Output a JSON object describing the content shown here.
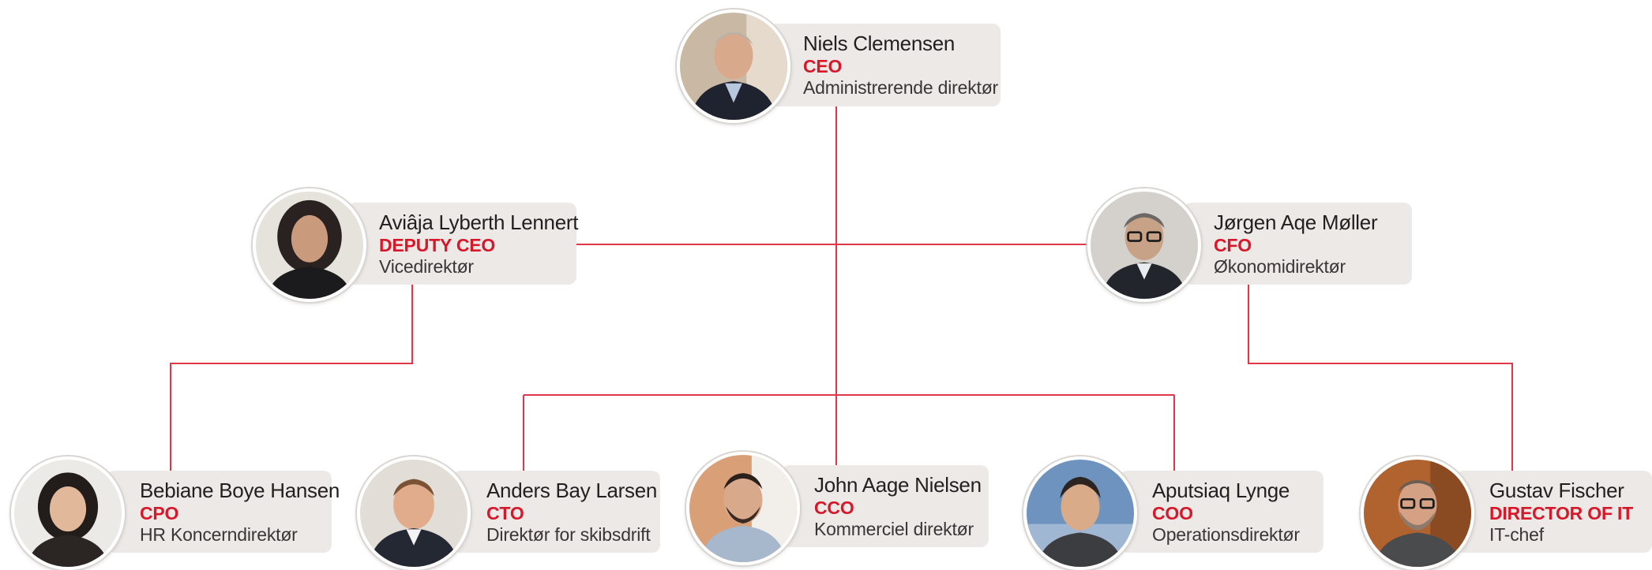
{
  "colors": {
    "connector": "#e0364a",
    "card": "#ede9e6",
    "title": "#d7182a"
  },
  "people": {
    "ceo": {
      "name": "Niels Clemensen",
      "title": "CEO",
      "role": "Administrerende direktør",
      "icon": "person-photo-icon"
    },
    "deputy": {
      "name": "Aviâja Lyberth Lennert",
      "title": "DEPUTY CEO",
      "role": "Vicedirektør",
      "icon": "person-photo-icon"
    },
    "cfo": {
      "name": "Jørgen Aqe Møller",
      "title": "CFO",
      "role": "Økonomidirektør",
      "icon": "person-photo-icon"
    },
    "cpo": {
      "name": "Bebiane Boye Hansen",
      "title": "CPO",
      "role": "HR Koncerndirektør",
      "icon": "person-photo-icon"
    },
    "cto": {
      "name": "Anders Bay Larsen",
      "title": "CTO",
      "role": "Direktør for skibsdrift",
      "icon": "person-photo-icon"
    },
    "cco": {
      "name": "John Aage Nielsen",
      "title": "CCO",
      "role": "Kommerciel direktør",
      "icon": "person-photo-icon"
    },
    "coo": {
      "name": "Aputsiaq Lynge",
      "title": "COO",
      "role": "Operationsdirektør",
      "icon": "person-photo-icon"
    },
    "dit": {
      "name": "Gustav Fischer",
      "title": "DIRECTOR OF IT",
      "role": "IT-chef",
      "icon": "person-photo-icon"
    }
  }
}
